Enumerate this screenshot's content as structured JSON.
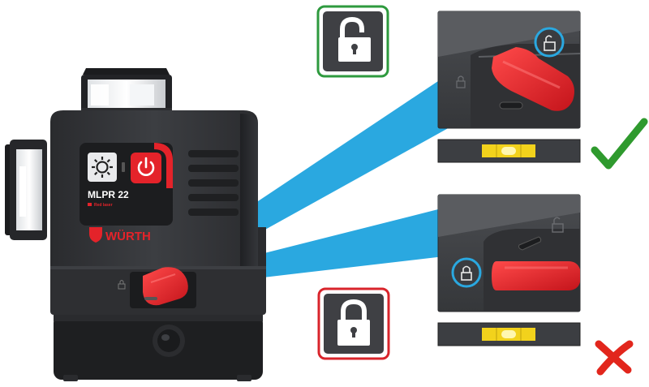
{
  "device": {
    "model": "MLPR 22",
    "subtitle": "Red laser",
    "brand": "WÜRTH",
    "buttons": {
      "brightness_icon": "sun-icon",
      "power_icon": "power-icon"
    }
  },
  "states": {
    "unlocked": {
      "icon": "lock-open-icon",
      "frame_color": "#2e9a3e",
      "verdict_icon": "checkmark-icon",
      "verdict_color": "#2f9a2e"
    },
    "locked": {
      "icon": "lock-closed-icon",
      "frame_color": "#d9242b",
      "verdict_icon": "cross-icon",
      "verdict_color": "#e2261c"
    }
  },
  "colors": {
    "laser_red": "#e4232a",
    "callout_blue": "#2aa8e0",
    "level_yellow": "#f2d21c",
    "housing_dark": "#2f3033",
    "housing_mid": "#45474b"
  }
}
